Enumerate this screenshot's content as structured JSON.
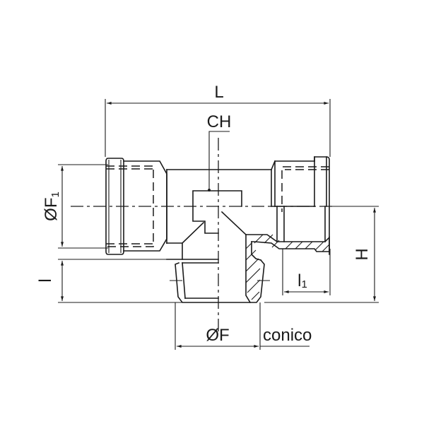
{
  "drawing": {
    "title": "Tee fitting technical drawing",
    "line_color": "#1a1a1a",
    "background": "#ffffff"
  },
  "labels": {
    "L": "L",
    "CH": "CH",
    "OF1": "ØF",
    "OF1_sub": "1",
    "H": "H",
    "l": "l",
    "l1": "l",
    "l1_sub": "1",
    "OF": "ØF",
    "conico": "conico"
  }
}
